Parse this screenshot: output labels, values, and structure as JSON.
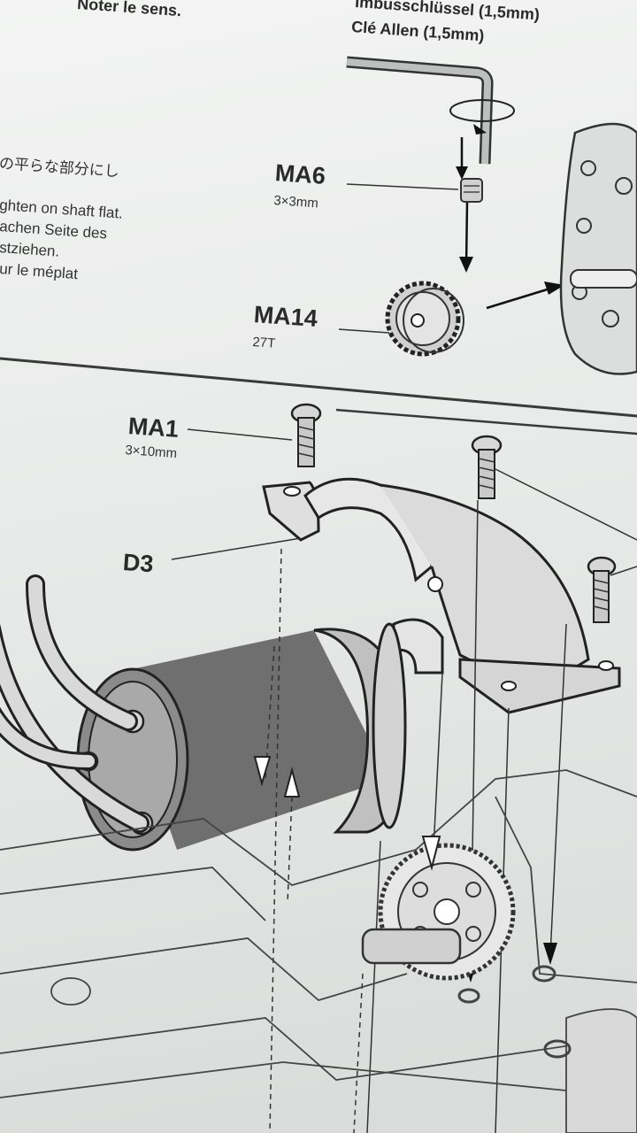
{
  "header": {
    "note_fr_top": "Noter le sens.",
    "tool_de": "Imbusschlüssel (1,5mm)",
    "tool_fr": "Clé Allen (1,5mm)"
  },
  "instructions": {
    "jp": "の平らな部分にし",
    "en": "ghten on shaft flat.",
    "de1": "achen Seite des",
    "de2": "stziehen.",
    "fr": "ur le méplat"
  },
  "parts": {
    "ma6": {
      "code": "MA6",
      "size": "3×3mm"
    },
    "ma14": {
      "code": "MA14",
      "size": "27T"
    },
    "ma1": {
      "code": "MA1",
      "size": "3×10mm"
    },
    "d3": {
      "code": "D3"
    }
  },
  "colors": {
    "ink": "#2a2a2a",
    "paper": "#eceeed",
    "motor": "#6e6f6e"
  }
}
